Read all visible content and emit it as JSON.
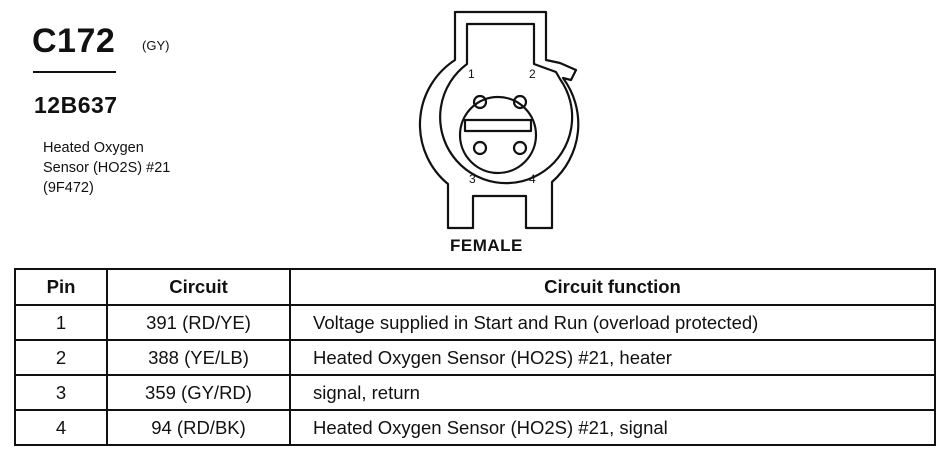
{
  "connector": {
    "id": "C172",
    "color_code": "(GY)",
    "part_number": "12B637",
    "description_lines": [
      "Heated Oxygen",
      "Sensor (HO2S) #21",
      "(9F472)"
    ],
    "gender": "FEMALE",
    "pin_labels": [
      "1",
      "2",
      "3",
      "4"
    ]
  },
  "table": {
    "headers": [
      "Pin",
      "Circuit",
      "Circuit function"
    ],
    "rows": [
      {
        "pin": "1",
        "circuit": "391 (RD/YE)",
        "function": "Voltage supplied in Start and Run (overload protected)"
      },
      {
        "pin": "2",
        "circuit": "388 (YE/LB)",
        "function": "Heated Oxygen Sensor (HO2S) #21, heater"
      },
      {
        "pin": "3",
        "circuit": "359 (GY/RD)",
        "function": "signal, return"
      },
      {
        "pin": "4",
        "circuit": "94 (RD/BK)",
        "function": "Heated Oxygen Sensor (HO2S) #21, signal"
      }
    ]
  }
}
